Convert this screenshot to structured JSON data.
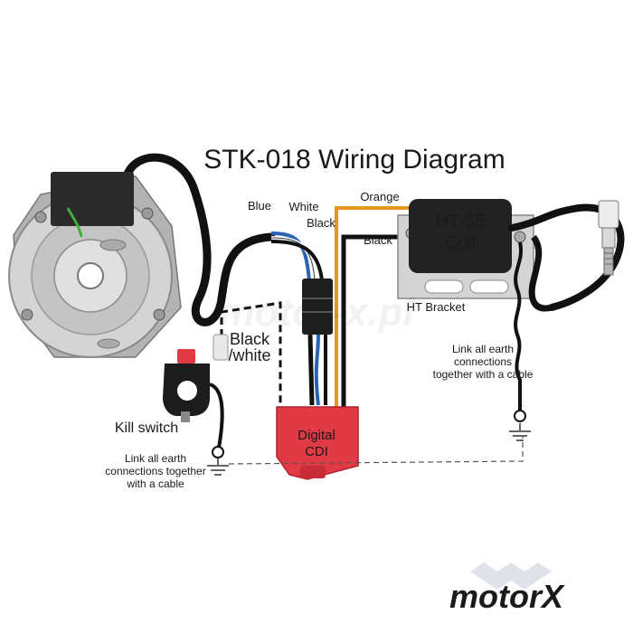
{
  "title": "STK-018 Wiring Diagram",
  "wires": {
    "blue": "Blue",
    "white": "White",
    "black_cdi": "Black",
    "orange": "Orange",
    "black_coil": "Black",
    "black_white_line1": "Black",
    "black_white_line2": "/white"
  },
  "components": {
    "coil_line1": "HT-55",
    "coil_line2": "Coil",
    "cdi_line1": "Digital",
    "cdi_line2": "CDI",
    "bracket": "HT Bracket",
    "kill_switch": "Kill switch"
  },
  "notes": {
    "left_line1": "Link all earth",
    "left_line2": "connections together",
    "left_line3": "with a cable",
    "right_line1": "Link all earth",
    "right_line2": "connections",
    "right_line3": "together with a cable"
  },
  "watermark": {
    "center": "motor-x.pl",
    "logo": "motorX"
  },
  "colors": {
    "wire_blue": "#2a63b5",
    "wire_orange": "#e8951f",
    "cdi_red": "#e03a44",
    "coil_black": "#222222",
    "stator_grey": "#c9c9c9",
    "logo_blue": "#8ab6dc"
  }
}
